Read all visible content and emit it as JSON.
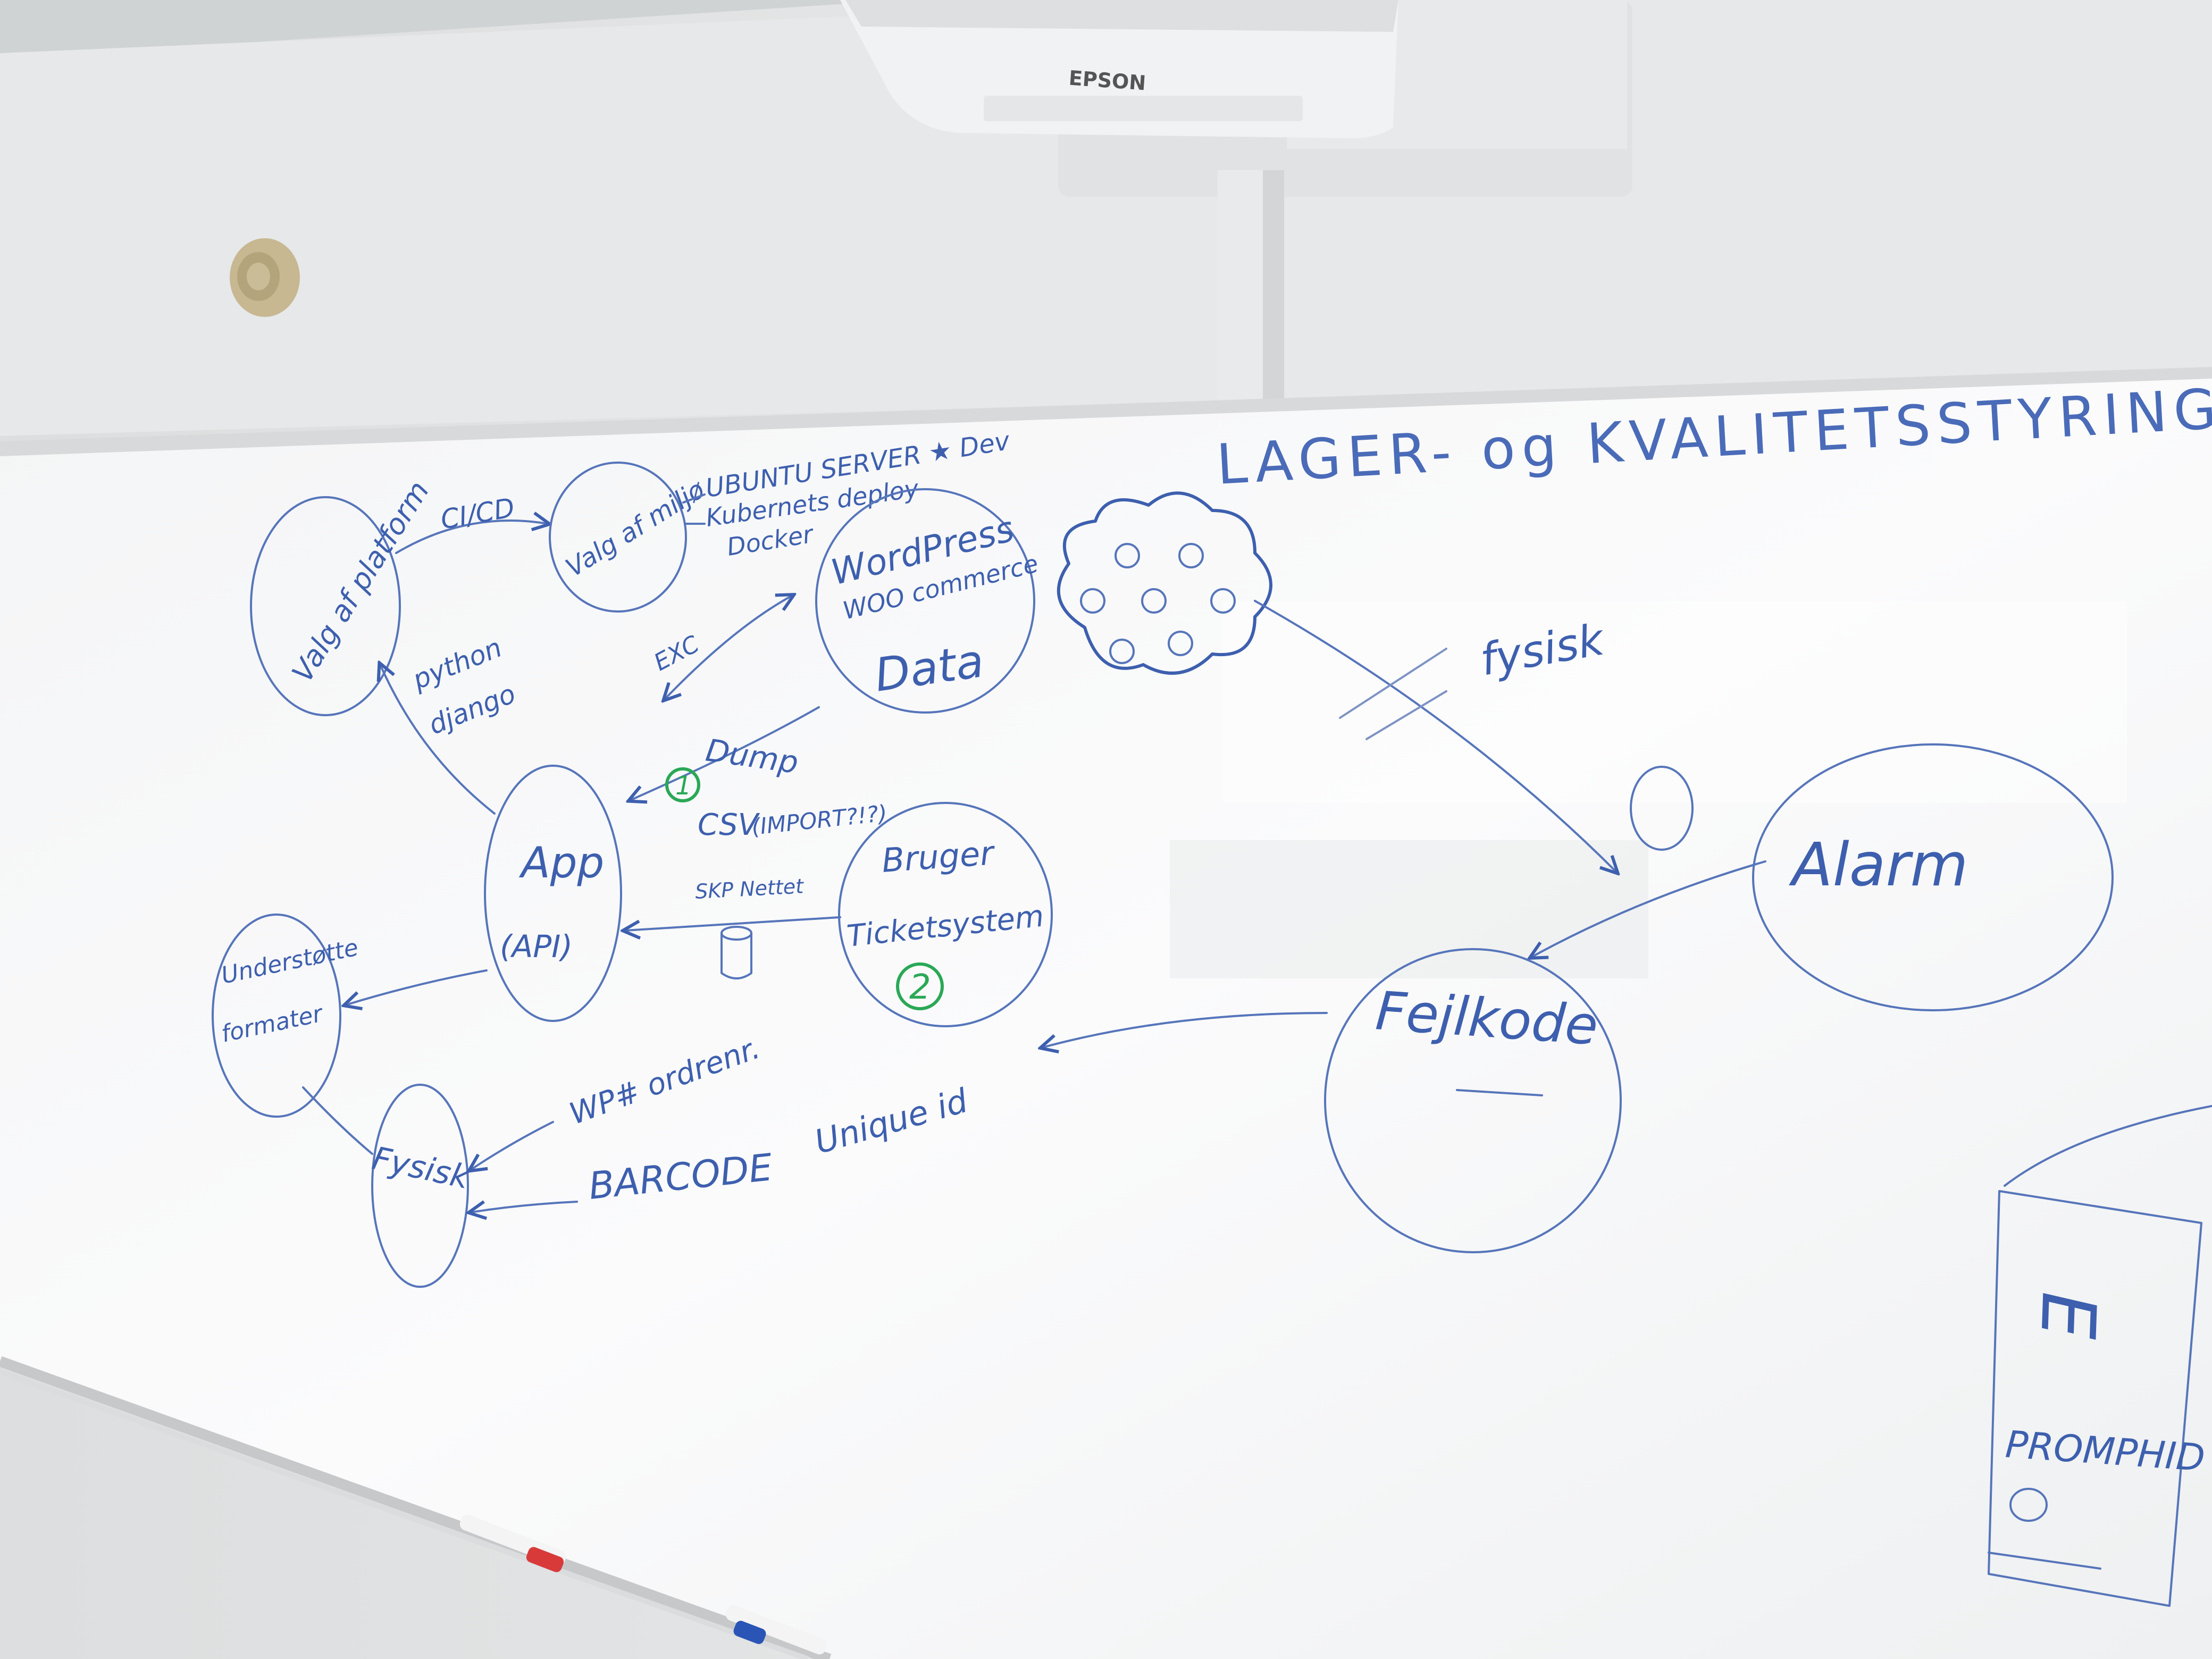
{
  "projector": {
    "brand": "EPSON"
  },
  "board": {
    "title": "LAGER- og KVALITETSSTYRING",
    "nodes": {
      "platform": "Valg af platform",
      "milieu": "Valg af miljø",
      "wordpress": "WordPress",
      "woocommerce": "WOO commerce",
      "data": "Data",
      "app": "App",
      "api": "(API)",
      "brugerticket_bruger": "Bruger",
      "brugerticket_ticket": "Ticketsystem",
      "formater_line1": "Understøtte",
      "formater_line2": "formater",
      "fysisk_left": "Fysisk",
      "fejlkode": "Fejlkode",
      "alarm": "Alarm"
    },
    "notes": {
      "cicd": "CI/CD",
      "ubuntu": "UBUNTU SERVER ★ Dev",
      "kubernetes": "Kubernets deploy",
      "docker": "Docker",
      "exc": "EXC",
      "python": "python",
      "django": "django",
      "dump": "Dump",
      "csv": "CSV",
      "import": "(IMPORT?!?)",
      "skp_nettet": "SKP Nettet",
      "wp_ordrenr": "WP# ordrenr.",
      "barcode": "BARCODE",
      "unique_id": "Unique id",
      "fysisk_right": "fysisk",
      "badge_1": "1",
      "badge_2": "2",
      "right_box_letter": "E",
      "right_box_scribble": "PROMPHID"
    }
  }
}
